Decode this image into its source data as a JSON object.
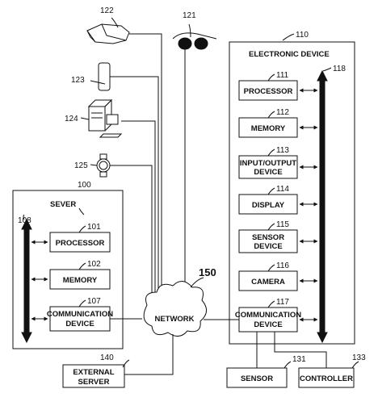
{
  "devices": {
    "vr_headset_ref": "122",
    "glasses_ref": "121",
    "phone_ref": "123",
    "desktop_ref": "124",
    "watch_ref": "125"
  },
  "electronic_device": {
    "ref": "110",
    "title": "ELECTRONIC DEVICE",
    "bus_ref": "118",
    "processor": {
      "ref": "111",
      "label": "PROCESSOR"
    },
    "memory": {
      "ref": "112",
      "label": "MEMORY"
    },
    "io": {
      "ref": "113",
      "line1": "INPUT/OUTPUT",
      "line2": "DEVICE"
    },
    "display": {
      "ref": "114",
      "label": "DISPLAY"
    },
    "sensor": {
      "ref": "115",
      "line1": "SENSOR",
      "line2": "DEVICE"
    },
    "camera": {
      "ref": "116",
      "label": "CAMERA"
    },
    "comm": {
      "ref": "117",
      "line1": "COMMUNICATION",
      "line2": "DEVICE"
    }
  },
  "server": {
    "ref": "100",
    "title": "SEVER",
    "bus_ref": "108",
    "processor": {
      "ref": "101",
      "label": "PROCESSOR"
    },
    "memory": {
      "ref": "102",
      "label": "MEMORY"
    },
    "comm": {
      "ref": "107",
      "line1": "COMMUNICATION",
      "line2": "DEVICE"
    }
  },
  "network": {
    "ref": "150",
    "label": "NETWORK"
  },
  "external_server": {
    "ref": "140",
    "line1": "EXTERNAL",
    "line2": "SERVER"
  },
  "sensor_ext": {
    "ref": "131",
    "label": "SENSOR"
  },
  "controller": {
    "ref": "133",
    "label": "CONTROLLER"
  }
}
